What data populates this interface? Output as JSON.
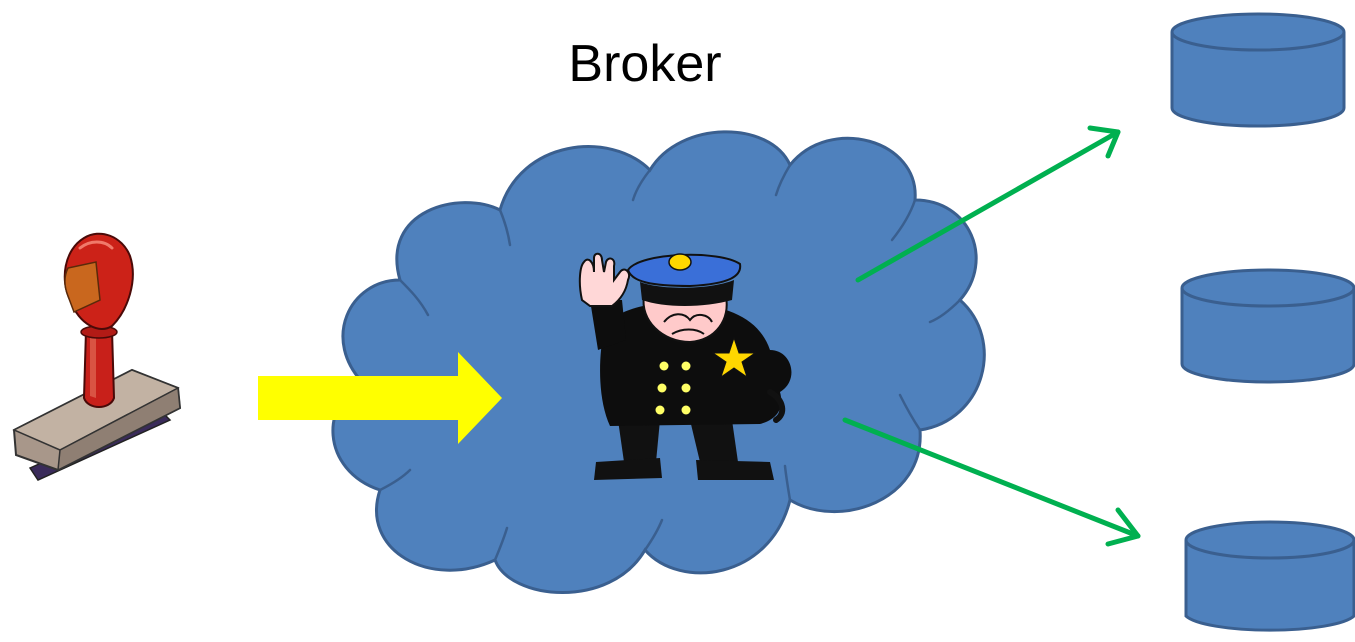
{
  "diagram": {
    "title": "Broker",
    "nodes": [
      {
        "id": "stamp",
        "icon": "rubber-stamp-icon"
      },
      {
        "id": "broker",
        "shape": "cloud",
        "icon": "police-officer-icon"
      },
      {
        "id": "db-top",
        "shape": "cylinder"
      },
      {
        "id": "db-middle",
        "shape": "cylinder"
      },
      {
        "id": "db-bottom",
        "shape": "cylinder"
      }
    ],
    "edges": [
      {
        "from": "stamp",
        "to": "broker",
        "style": "block-arrow"
      },
      {
        "from": "broker",
        "to": "db-top",
        "style": "line-arrow"
      },
      {
        "from": "broker",
        "to": "db-bottom",
        "style": "line-arrow"
      }
    ]
  },
  "colors": {
    "cloud_fill": "#4f81bd",
    "cloud_stroke": "#3a5f8f",
    "cylinder_fill": "#4f81bd",
    "cylinder_stroke": "#3a5f8f",
    "input_arrow": "#ffff00",
    "output_arrow": "#00b050"
  }
}
